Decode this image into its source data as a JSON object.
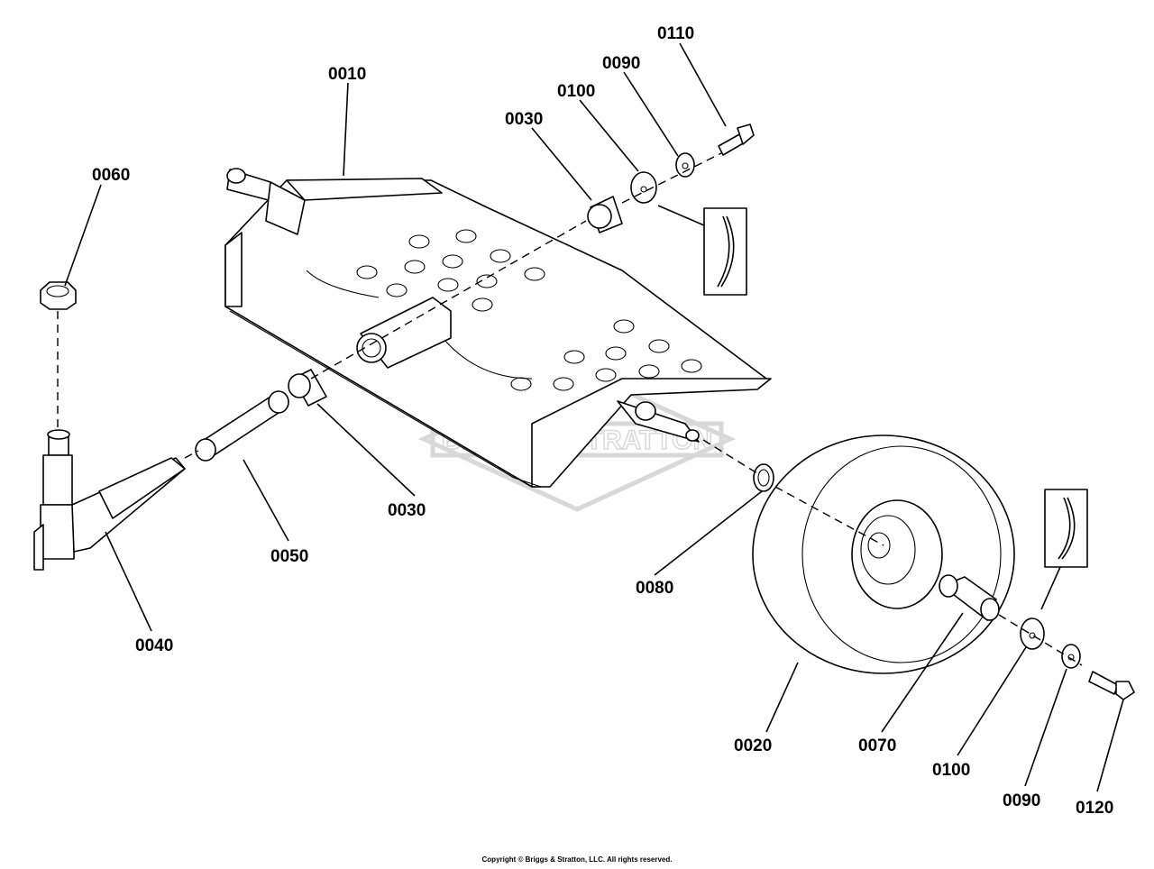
{
  "parts": [
    {
      "number": "0010"
    },
    {
      "number": "0020"
    },
    {
      "number": "0030"
    },
    {
      "number": "0030"
    },
    {
      "number": "0040"
    },
    {
      "number": "0050"
    },
    {
      "number": "0060"
    },
    {
      "number": "0070"
    },
    {
      "number": "0080"
    },
    {
      "number": "0090"
    },
    {
      "number": "0090"
    },
    {
      "number": "0100"
    },
    {
      "number": "0100"
    },
    {
      "number": "0110"
    },
    {
      "number": "0120"
    }
  ],
  "watermark": "BRIGGS&STRATTON",
  "copyright": "Copyright © Briggs & Stratton, LLC. All rights reserved."
}
